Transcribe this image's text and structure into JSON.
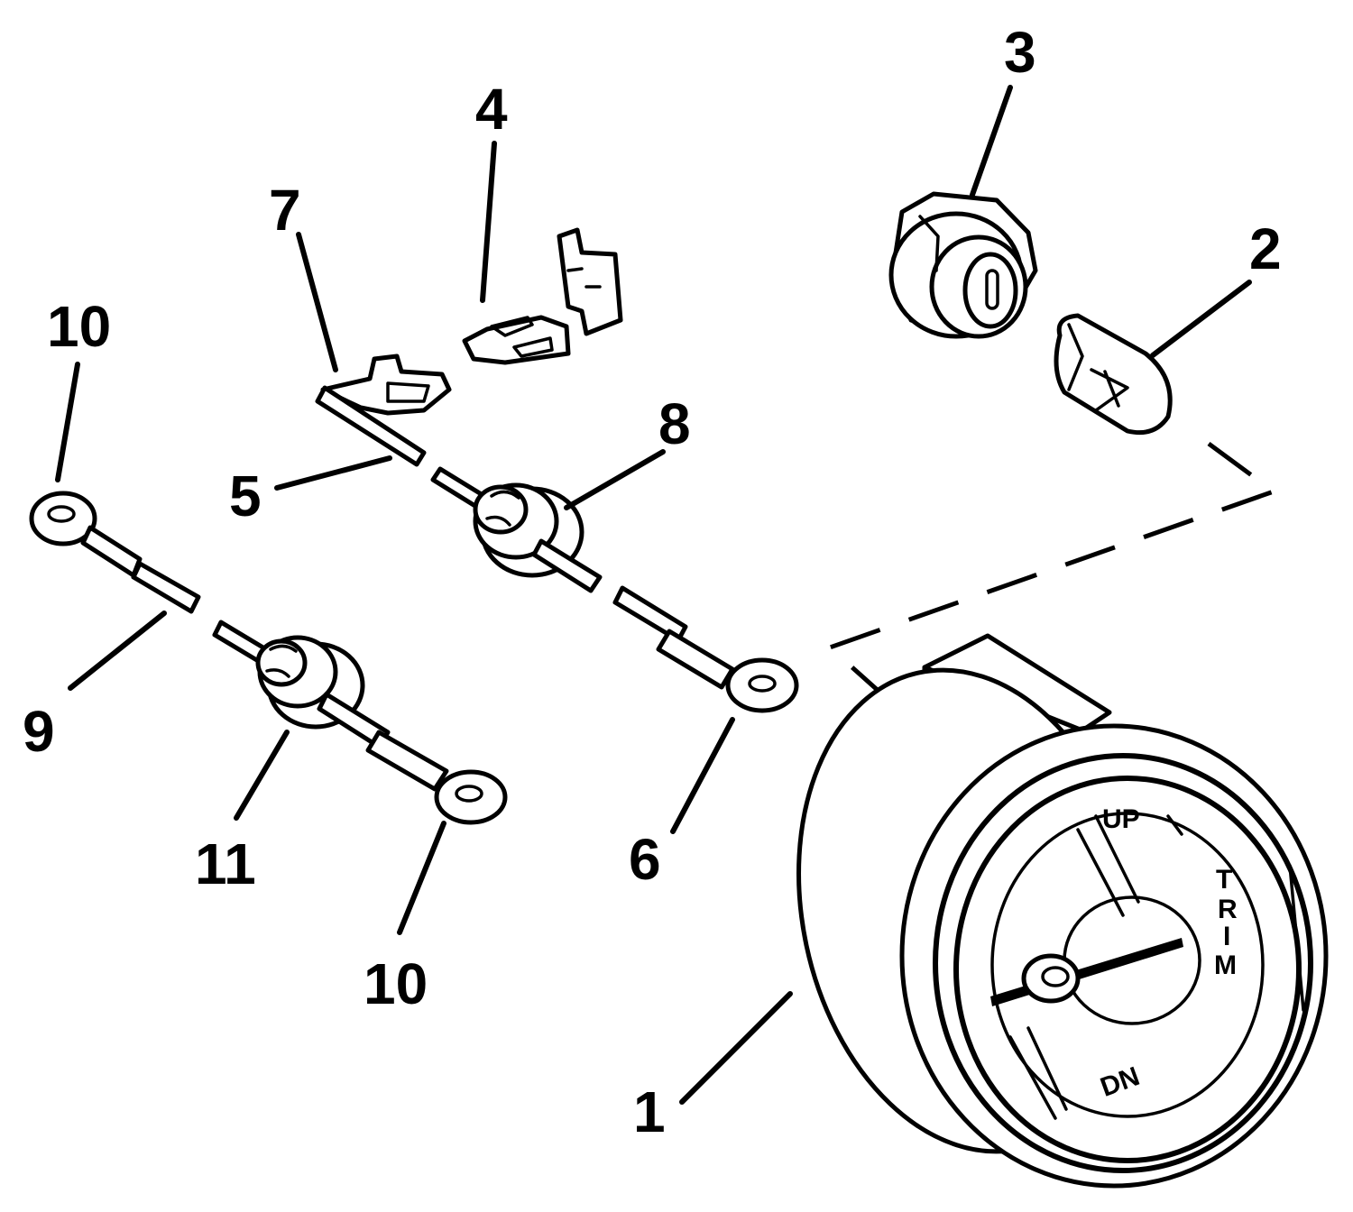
{
  "callouts": {
    "c1": "1",
    "c2": "2",
    "c3": "3",
    "c4": "4",
    "c5": "5",
    "c6": "6",
    "c7": "7",
    "c8": "8",
    "c9": "9",
    "c10_top": "10",
    "c10_bottom": "10",
    "c11": "11"
  },
  "gauge_face": {
    "up": "UP",
    "dn": "DN",
    "trim_letters": [
      "T",
      "R",
      "I",
      "M"
    ]
  }
}
